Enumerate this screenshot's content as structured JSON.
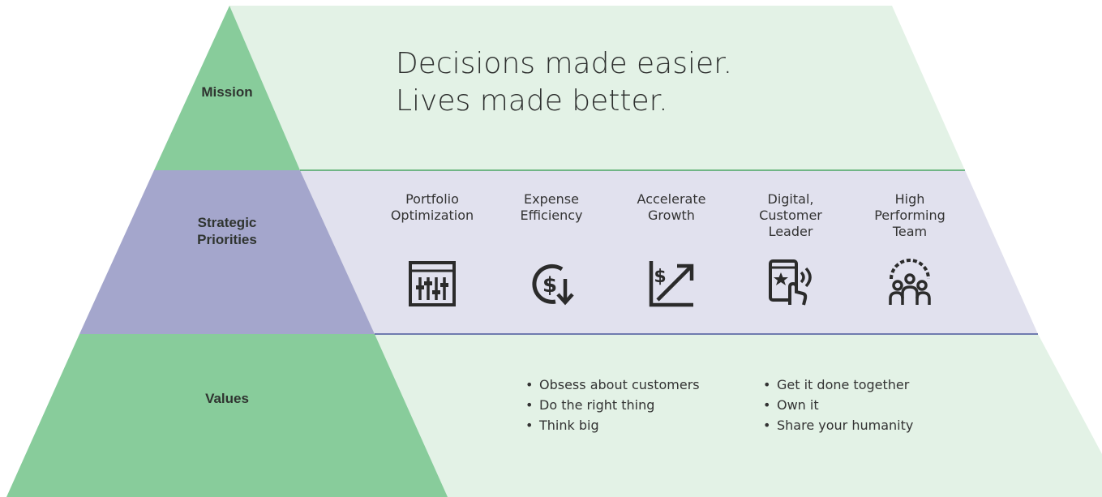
{
  "tiers": {
    "mission": {
      "label": "Mission"
    },
    "priorities": {
      "label": "Strategic Priorities"
    },
    "values": {
      "label": "Values"
    }
  },
  "mission": {
    "line1": "Decisions made easier.",
    "line2": "Lives made better."
  },
  "priorities": [
    {
      "label": "Portfolio Optimization",
      "icon": "sliders-icon"
    },
    {
      "label": "Expense Efficiency",
      "icon": "dollar-down-icon"
    },
    {
      "label": "Accelerate Growth",
      "icon": "growth-arrow-icon"
    },
    {
      "label": "Digital, Customer Leader",
      "icon": "mobile-tap-icon"
    },
    {
      "label": "High Performing Team",
      "icon": "team-icon"
    }
  ],
  "values": {
    "bullet": "•",
    "left": [
      "Obsess about customers",
      "Do the right thing",
      "Think big"
    ],
    "right": [
      "Get it done together",
      "Own it",
      "Share your humanity"
    ]
  },
  "colors": {
    "label_green": "#88cc9b",
    "label_purple": "#a4a6cc",
    "band_green": "#e3f2e6",
    "band_purple": "#e1e1ee",
    "divider_green": "#2e9a4a",
    "divider_blue": "#2b3a8c",
    "icon": "#2b2b2b"
  }
}
